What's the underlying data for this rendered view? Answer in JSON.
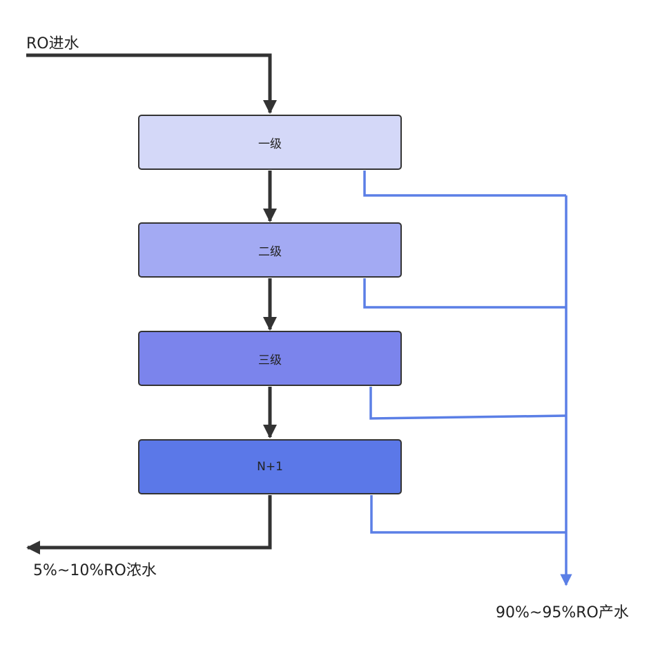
{
  "inlet_label": "RO进水",
  "stages": [
    {
      "label": "一级",
      "fill": "#d4d8f8"
    },
    {
      "label": "二级",
      "fill": "#a3aaf3"
    },
    {
      "label": "三级",
      "fill": "#7b84ec"
    },
    {
      "label": "N+1",
      "fill": "#5b78e8"
    }
  ],
  "concentrate_label": "5%~10%RO浓水",
  "permeate_label": "90%~95%RO产水",
  "colors": {
    "main_flow": "#333333",
    "permeate_flow": "#5b7fe6"
  }
}
